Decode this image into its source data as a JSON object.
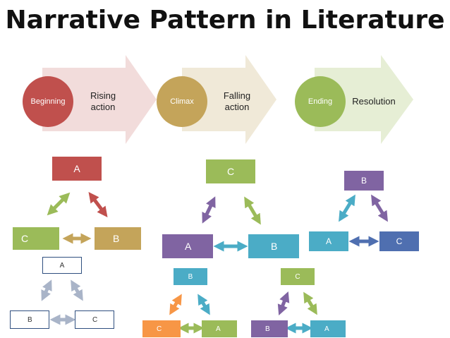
{
  "title": "Narrative Pattern in Literature",
  "stages": [
    {
      "circle": "Beginning",
      "label": "Rising action",
      "circle_color": "#c0504d",
      "arrow_color": "#f2dcdb"
    },
    {
      "circle": "Climax",
      "label": "Falling action",
      "circle_color": "#c4a45a",
      "arrow_color": "#f0e9d8"
    },
    {
      "circle": "Ending",
      "label": "Resolution",
      "circle_color": "#9bbb59",
      "arrow_color": "#e6eed5"
    }
  ],
  "triangles": {
    "t1": {
      "top": "A",
      "left": "C",
      "right": "B"
    },
    "t1_small": {
      "top": "A",
      "left": "B",
      "right": "C"
    },
    "t2": {
      "top": "C",
      "left": "A",
      "right": "B"
    },
    "t2_small_left": {
      "top": "B",
      "left": "C",
      "right": "A"
    },
    "t2_small_right": {
      "top": "C",
      "left": "B",
      "right": "A"
    },
    "t3": {
      "top": "B",
      "left": "A",
      "right": "C"
    }
  }
}
